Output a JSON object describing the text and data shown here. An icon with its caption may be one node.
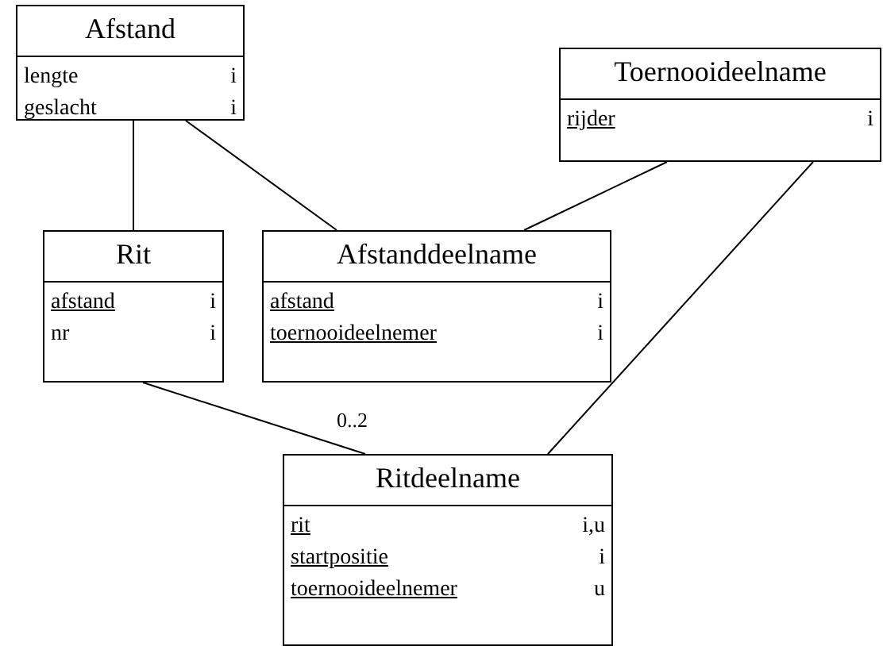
{
  "diagram": {
    "nodes": [
      {
        "text": [
          "Afstand",
          "lengte",
          "i",
          "geslacht",
          "i"
        ]
      },
      {
        "text": [
          "Toernooideelname",
          "rijder",
          "i"
        ]
      },
      {
        "text": [
          "Rit",
          "afstand",
          "i",
          "nr",
          "i"
        ]
      },
      {
        "text": [
          "Afstanddeelname",
          "afstand",
          "i",
          "toernooideelnemer",
          "i"
        ]
      },
      {
        "text": [
          "Ritdeelname",
          "rit",
          "i,u",
          "startpositie",
          "i",
          "toernooideelnemer",
          "u"
        ]
      }
    ],
    "edges": [
      {
        "from": 0,
        "to": 2,
        "arrow": "none"
      },
      {
        "from": 0,
        "to": 3,
        "arrow": "none"
      },
      {
        "from": 1,
        "to": 3,
        "arrow": "none"
      },
      {
        "from": 1,
        "to": 4,
        "arrow": "none"
      },
      {
        "from": 2,
        "to": 4,
        "arrow": "none",
        "label": "0..2"
      }
    ]
  }
}
